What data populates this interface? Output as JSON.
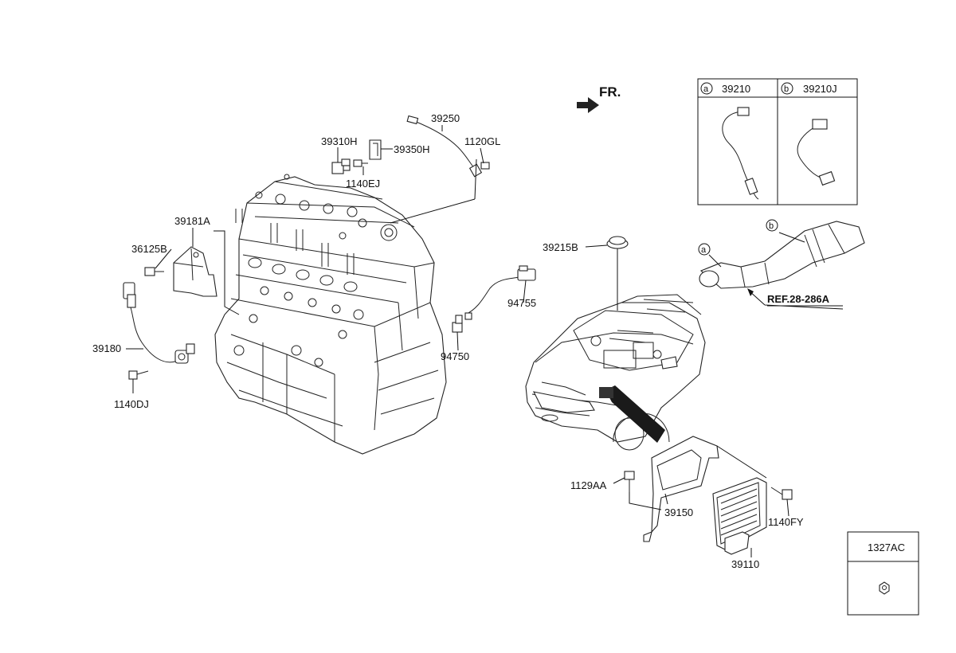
{
  "direction": {
    "label": "FR."
  },
  "reference": {
    "label": "REF.28-286A"
  },
  "parts": {
    "p39250": "39250",
    "p39310H": "39310H",
    "p39350H": "39350H",
    "p1120GL": "1120GL",
    "p1140EJ": "1140EJ",
    "p39181A": "39181A",
    "p36125B": "36125B",
    "p39180": "39180",
    "p1140DJ": "1140DJ",
    "p39215B": "39215B",
    "p94755": "94755",
    "p94750": "94750",
    "p1129AA": "1129AA",
    "p39150": "39150",
    "p1140FY": "1140FY",
    "p39110": "39110"
  },
  "variant_table": {
    "a_mark": "a",
    "a_part": "39210",
    "b_mark": "b",
    "b_part": "39210J"
  },
  "callouts": {
    "a": "a",
    "b": "b"
  },
  "fastener_box": {
    "part": "1327AC"
  }
}
